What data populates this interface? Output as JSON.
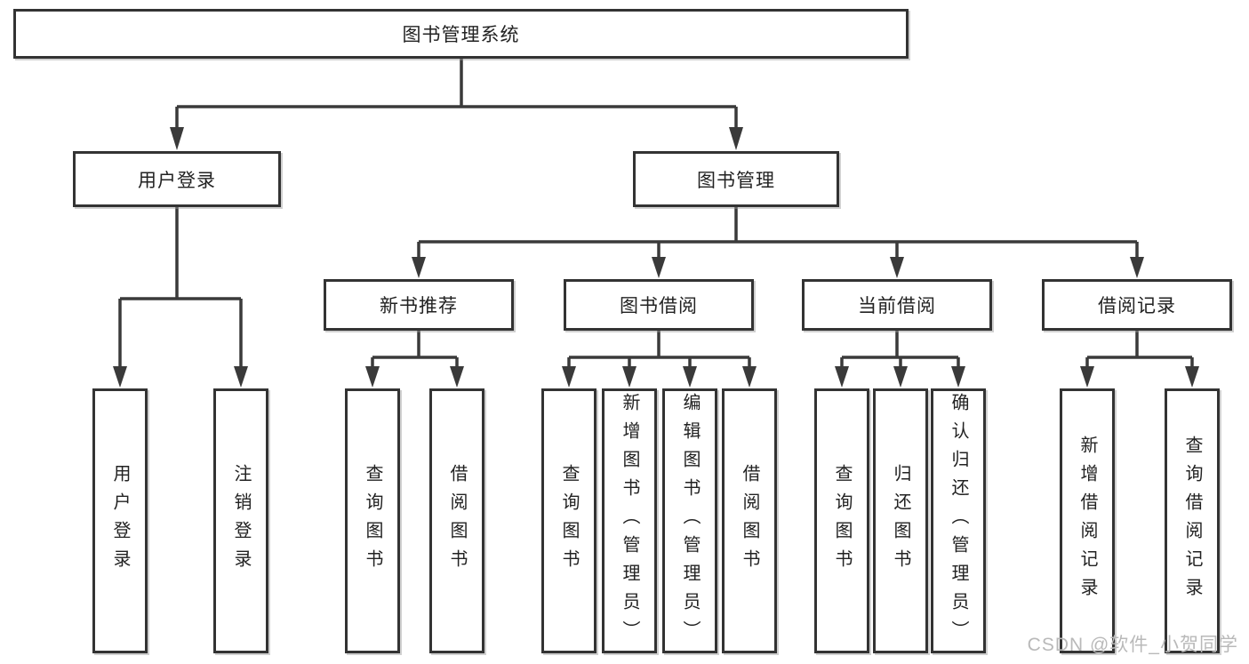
{
  "colors": {
    "background": "#ffffff",
    "box_border": "#333333",
    "box_fill": "#ffffff",
    "connector_line": "#3a3a3a",
    "text": "#222222",
    "watermark_text": "#b9b9b9"
  },
  "tree": {
    "root": {
      "label": "图书管理系统"
    },
    "level2": [
      {
        "label": "用户登录"
      },
      {
        "label": "图书管理"
      }
    ],
    "level3": [
      {
        "label": "新书推荐",
        "parent": "图书管理"
      },
      {
        "label": "图书借阅",
        "parent": "图书管理"
      },
      {
        "label": "当前借阅",
        "parent": "图书管理"
      },
      {
        "label": "借阅记录",
        "parent": "图书管理"
      }
    ],
    "leaves": [
      {
        "label": "用户登录",
        "parent": "用户登录"
      },
      {
        "label": "注销登录",
        "parent": "用户登录"
      },
      {
        "label": "查询图书",
        "parent": "新书推荐"
      },
      {
        "label": "借阅图书",
        "parent": "新书推荐"
      },
      {
        "label": "查询图书",
        "parent": "图书借阅"
      },
      {
        "label": "新增图书（管理员）",
        "parent": "图书借阅"
      },
      {
        "label": "编辑图书（管理员）",
        "parent": "图书借阅"
      },
      {
        "label": "借阅图书",
        "parent": "图书借阅"
      },
      {
        "label": "查询图书",
        "parent": "当前借阅"
      },
      {
        "label": "归还图书",
        "parent": "当前借阅"
      },
      {
        "label": "确认归还（管理员）",
        "parent": "当前借阅"
      },
      {
        "label": "新增借阅记录",
        "parent": "借阅记录"
      },
      {
        "label": "查询借阅记录",
        "parent": "借阅记录"
      }
    ]
  },
  "watermark": {
    "label": "CSDN @软件_小贺同学"
  }
}
